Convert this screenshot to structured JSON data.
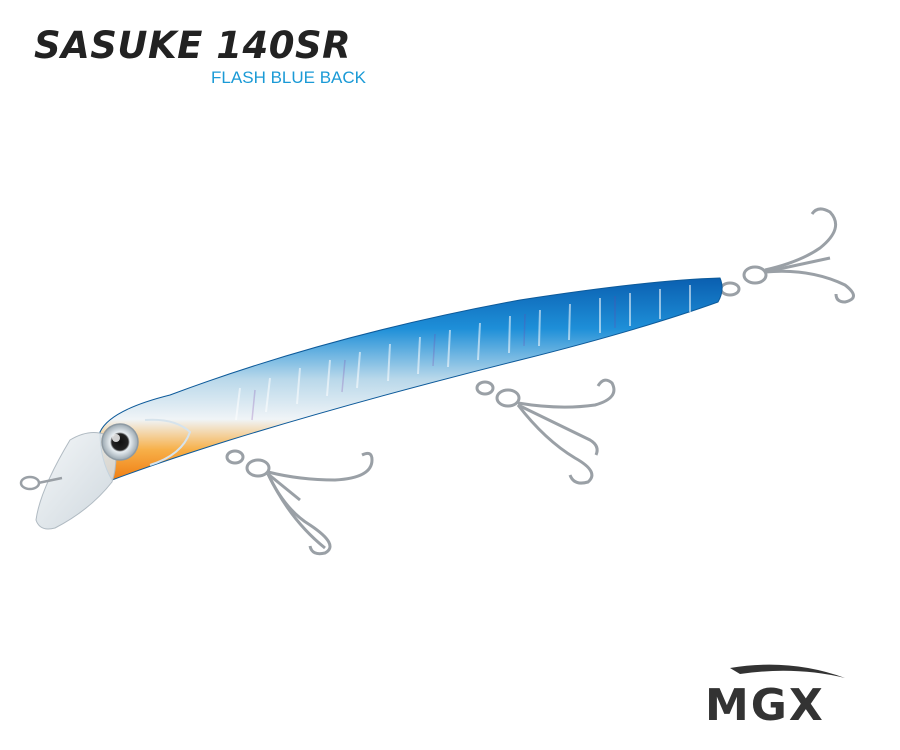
{
  "product": {
    "name": "SASUKE 140SR",
    "color_name": "FLASH BLUE BACK"
  },
  "brand": {
    "logo_text": "MGX"
  },
  "colors": {
    "title": "#222222",
    "subtitle": "#1a9ad6",
    "lure_back": "#1e8fd8",
    "lure_belly": "#f59a2a"
  }
}
